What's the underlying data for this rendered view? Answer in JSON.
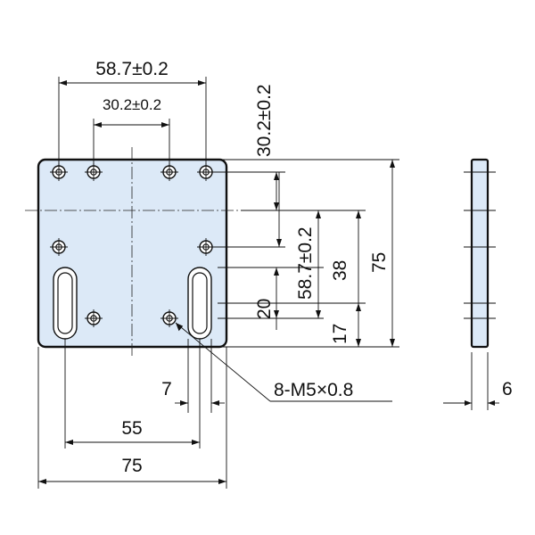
{
  "drawing": {
    "plate_width": {
      "label": "75"
    },
    "plate_height": {
      "label": "75"
    },
    "thickness": {
      "label": "6"
    },
    "outer_hole_pitch_horizontal": {
      "label": "58.7±0.2"
    },
    "inner_hole_pitch_horizontal": {
      "label": "30.2±0.2"
    },
    "upper_hole_pitch_vertical": {
      "label": "30.2±0.2"
    },
    "outer_hole_pitch_vertical": {
      "label": "58.7±0.2"
    },
    "slot_pitch": {
      "label": "55"
    },
    "slot_width": {
      "label": "7"
    },
    "slot_length": {
      "label": "20"
    },
    "slot_center_height": {
      "label": "38"
    },
    "bottom_offset": {
      "label": "17"
    },
    "thread_callout": {
      "label": "8-M5×0.8"
    }
  }
}
